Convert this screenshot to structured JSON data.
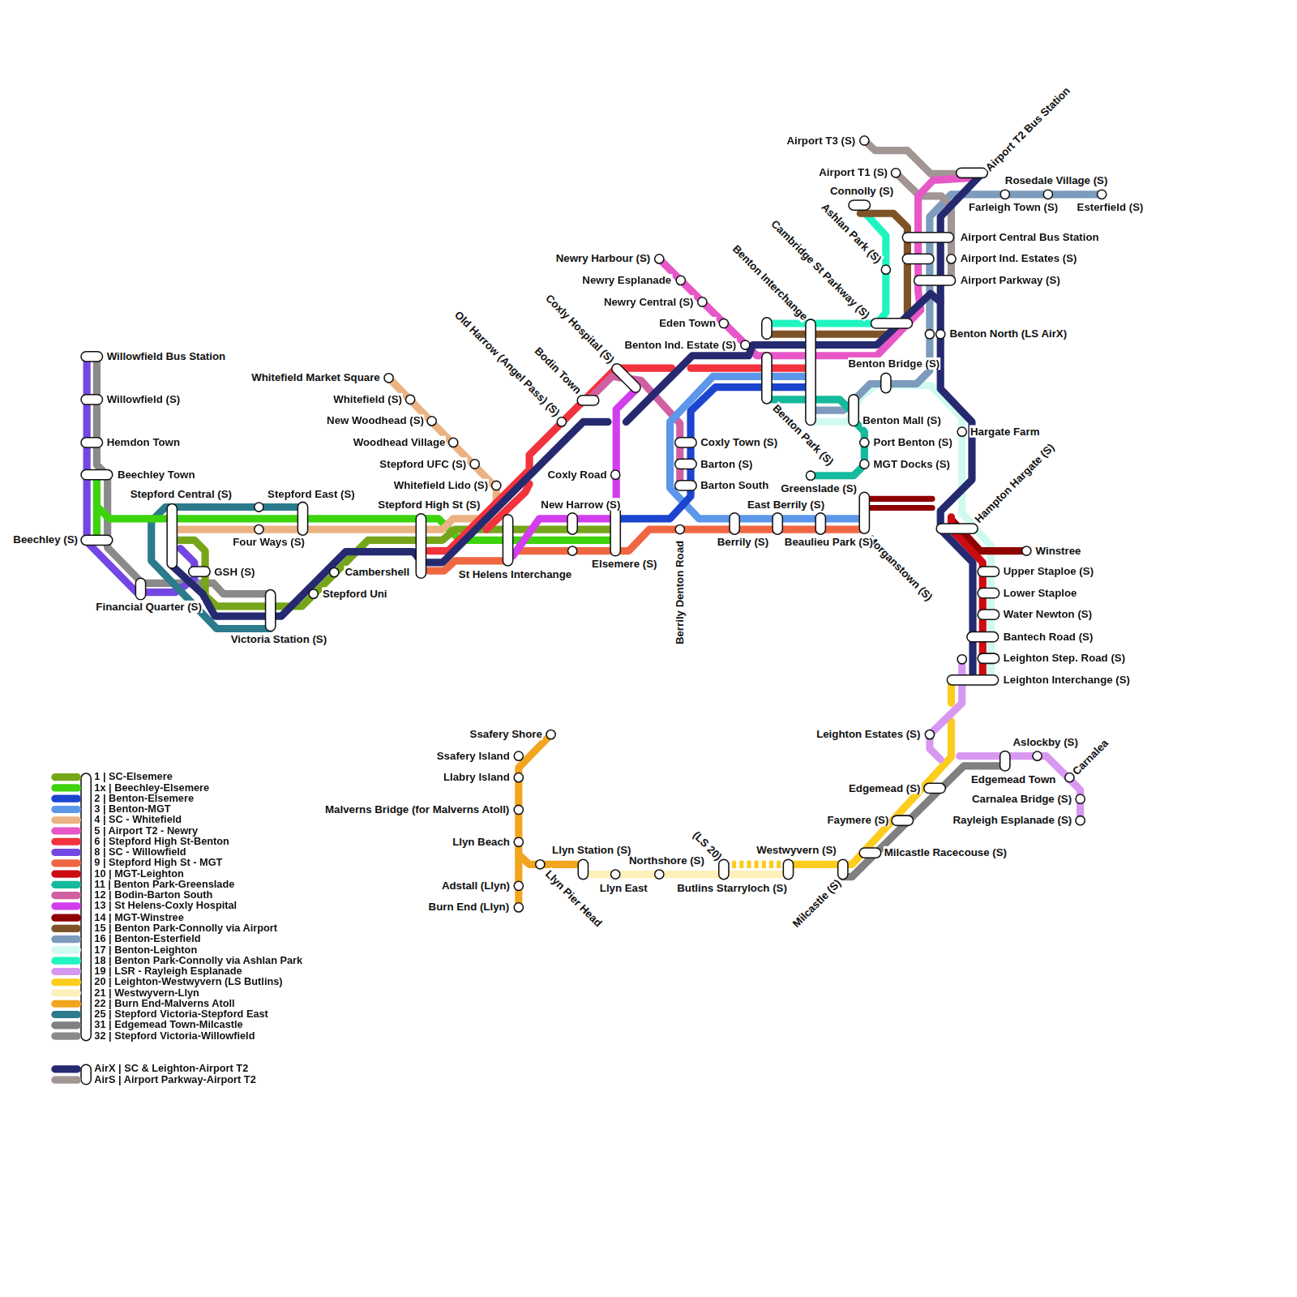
{
  "diagram": {
    "labels": [
      "Willowfield Bus Station",
      "Willowfield (S)",
      "Hemdon Town",
      "Beechley Town",
      "Beechley (S)",
      "Financial Quarter (S)",
      "Stepford Central (S)",
      "Stepford East (S)",
      "Four Ways (S)",
      "GSH (S)",
      "Victoria Station (S)",
      "Cambershell",
      "Stepford Uni",
      "Stepford High St (S)",
      "St Helens Interchange",
      "Whitefield Market Square",
      "Whitefield (S)",
      "New Woodhead (S)",
      "Woodhead Village",
      "Stepford UFC (S)",
      "Whitefield Lido (S)",
      "Old Harrow (Angel Pass) (S)",
      "Bodin Town",
      "Coxly Hospital (S)",
      "Newry Harbour (S)",
      "Newry Esplanade",
      "Newry Central (S)",
      "Eden Town",
      "Benton Ind. Estate (S)",
      "Benton Interchange",
      "Cambridge St Parkway (S)",
      "Ashlan Park (S)",
      "Benton Park (S)",
      "Connolly (S)",
      "Airport T3 (S)",
      "Airport T1 (S)",
      "Airport T2 Bus Station",
      "Rosedale Village (S)",
      "Farleigh Town (S)",
      "Esterfield (S)",
      "Airport Central Bus Station",
      "Airport Ind. Estates (S)",
      "Airport Parkway (S)",
      "Benton North (LS AirX)",
      "Benton Bridge (S)",
      "Benton Mall (S)",
      "Port Benton (S)",
      "MGT Docks (S)",
      "Greenslade (S)",
      "Hargate Farm",
      "Hampton Hargate (S)",
      "Morganstown (S)",
      "Coxly Town (S)",
      "Barton (S)",
      "Barton South",
      "Coxly Road",
      "New Harrow (S)",
      "Elsemere (S)",
      "Berrily Denton Road",
      "Berrily (S)",
      "East Berrily (S)",
      "Beaulieu Park (S)",
      "Winstree",
      "Upper Staploe (S)",
      "Lower Staploe",
      "Water Newton (S)",
      "Bantech Road (S)",
      "Leighton Step. Road (S)",
      "Leighton Interchange (S)",
      "Leighton Estates (S)",
      "Aslockby (S)",
      "Edgemead Town",
      "Carnalea",
      "Carnalea Bridge (S)",
      "Rayleigh Esplanade (S)",
      "Edgemead (S)",
      "Faymere (S)",
      "Milcastle Racecouse (S)",
      "Milcastle (S)",
      "Westwyvern (S)",
      "Butlins Starryloch (S)",
      "(LS 20)",
      "Northshore (S)",
      "Llyn East",
      "Llyn Station (S)",
      "Llyn Pier Head",
      "Ssafery Shore",
      "Ssafery Island",
      "Llabry Island",
      "Malverns Bridge (for Malverns Atoll)",
      "Llyn Beach",
      "Adstall (Llyn)",
      "Burn End (Llyn)"
    ],
    "legend": [
      {
        "text": "1 | SC-Elsemere",
        "color": "#76a51a"
      },
      {
        "text": "1x | Beechley-Elsemere",
        "color": "#3dd40b"
      },
      {
        "text": "2 | Benton-Elsemere",
        "color": "#1b45cf"
      },
      {
        "text": "3 | Benton-MGT",
        "color": "#5c97ea"
      },
      {
        "text": "4 | SC - Whitefield",
        "color": "#ebb383"
      },
      {
        "text": "5 | Airport T2 - Newry",
        "color": "#e857c8"
      },
      {
        "text": "6 | Stepford High St-Benton",
        "color": "#f2323c"
      },
      {
        "text": "8 | SC - Willowfield",
        "color": "#7447e2"
      },
      {
        "text": "9 | Stepford High St - MGT",
        "color": "#ef6742"
      },
      {
        "text": "10 | MGT-Leighton",
        "color": "#cc0b12"
      },
      {
        "text": "11 | Benton Park-Greenslade",
        "color": "#15b99c"
      },
      {
        "text": "12 | Bodin-Barton South",
        "color": "#d060a2"
      },
      {
        "text": "13 | St Helens-Coxly Hospital",
        "color": "#d23ded"
      },
      {
        "text": "14 | MGT-Winstree",
        "color": "#8f0000"
      },
      {
        "text": "15 | Benton Park-Connolly via Airport",
        "color": "#7e5328"
      },
      {
        "text": "16 | Benton-Esterfield",
        "color": "#7c9bbd"
      },
      {
        "text": "17 | Benton-Leighton",
        "color": "#d0faef"
      },
      {
        "text": "18 | Benton Park-Connolly via Ashlan Park",
        "color": "#20f5c0"
      },
      {
        "text": "19 | LSR - Rayleigh Esplanade",
        "color": "#d898f2"
      },
      {
        "text": "20 | Leighton-Westwyvern (LS Butlins)",
        "color": "#fccc1e"
      },
      {
        "text": "21 | Westwyvern-Llyn",
        "color": "#fdf0b9"
      },
      {
        "text": "22 | Burn End-Malverns Atoll",
        "color": "#f2a51f"
      },
      {
        "text": "25 | Stepford Victoria-Stepford East",
        "color": "#2b7b8c"
      },
      {
        "text": "31 | Edgemead Town-Milcastle",
        "color": "#808080"
      },
      {
        "text": "32 | Stepford Victoria-Willowfield",
        "color": "#8a8a8a"
      },
      {
        "text": "AirX | SC & Leighton-Airport T2",
        "color": "#252a70"
      },
      {
        "text": "AirS | Airport Parkway-Airport T2",
        "color": "#a19693"
      }
    ]
  }
}
